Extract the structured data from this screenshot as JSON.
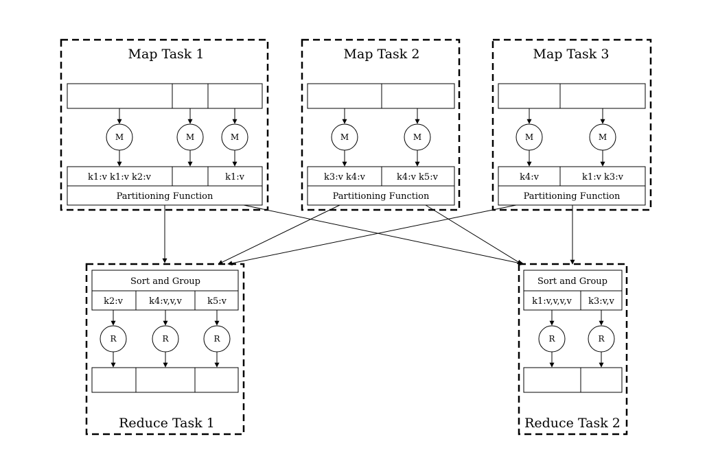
{
  "map_tasks": [
    {
      "title": "Map Task 1",
      "input_splits": [
        "",
        "",
        ""
      ],
      "mapper_label": "M",
      "outputs": [
        "k1:v k1:v k2:v",
        "",
        "k1:v"
      ],
      "partition_label": "Partitioning Function"
    },
    {
      "title": "Map Task 2",
      "input_splits": [
        "",
        ""
      ],
      "mapper_label": "M",
      "outputs": [
        "k3:v k4:v",
        "k4:v k5:v"
      ],
      "partition_label": "Partitioning Function"
    },
    {
      "title": "Map Task 3",
      "input_splits": [
        "",
        ""
      ],
      "mapper_label": "M",
      "outputs": [
        "k4:v",
        "k1:v k3:v"
      ],
      "partition_label": "Partitioning Function"
    }
  ],
  "reduce_tasks": [
    {
      "title": "Reduce Task 1",
      "sort_label": "Sort and Group",
      "groups": [
        "k2:v",
        "k4:v,v,v",
        "k5:v"
      ],
      "reducer_label": "R",
      "outputs": [
        "",
        "",
        ""
      ]
    },
    {
      "title": "Reduce Task 2",
      "sort_label": "Sort and Group",
      "groups": [
        "k1:v,v,v,v",
        "k3:v,v"
      ],
      "reducer_label": "R",
      "outputs": [
        "",
        ""
      ]
    }
  ]
}
